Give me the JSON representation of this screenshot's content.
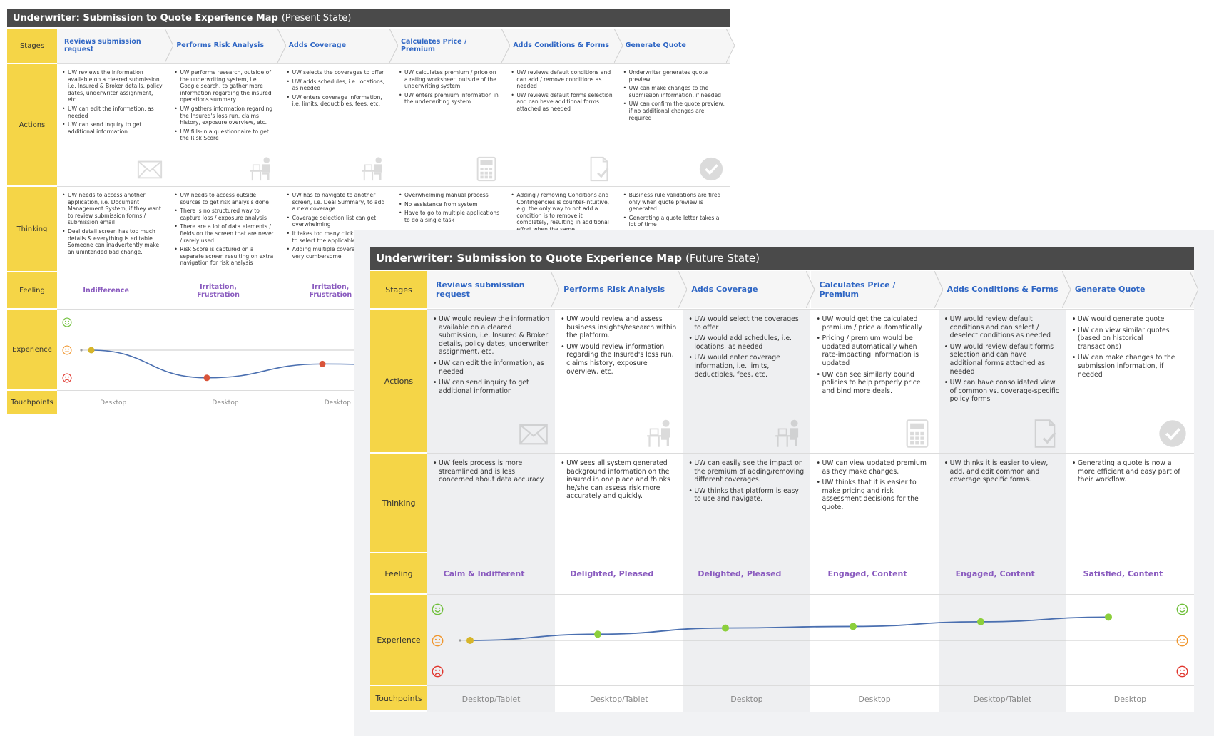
{
  "present": {
    "title": "Underwriter: Submission to Quote Experience Map",
    "state": "(Present State)",
    "row_labels": {
      "stages": "Stages",
      "actions": "Actions",
      "thinking": "Thinking",
      "feeling": "Feeling",
      "experience": "Experience",
      "touchpoints": "Touchpoints"
    },
    "stages": [
      {
        "name": "Reviews submission request",
        "actions": [
          "UW reviews the information available on a cleared submission, i.e. Insured & Broker details, policy dates, underwriter assignment, etc.",
          "UW can edit the information, as needed",
          "UW can send inquiry to get additional information"
        ],
        "thinking": [
          "UW needs to access another application, i.e. Document Management System, if they want to review submission forms / submission email",
          "Deal detail screen has too much details & everything is editable. Someone can inadvertently make an unintended bad change."
        ],
        "feeling": "Indifference",
        "touchpoint": "Desktop"
      },
      {
        "name": "Performs Risk Analysis",
        "actions": [
          "UW performs research, outside of the underwriting system, i.e. Google search, to gather more information regarding the insured operations summary",
          "UW gathers information regarding the Insured's loss run, claims history, exposure overview, etc.",
          "UW fills-in a questionnaire to get the Risk Score"
        ],
        "thinking": [
          "UW needs to access outside sources to get risk analysis done",
          "There is no structured way to capture loss / exposure analysis",
          "There are a lot of data elements / fields on the screen that are never / rarely used",
          "Risk Score is captured on a separate screen resulting on extra navigation for risk analysis"
        ],
        "feeling": "Irritation, Frustration",
        "touchpoint": "Desktop"
      },
      {
        "name": "Adds Coverage",
        "actions": [
          "UW selects the coverages to offer",
          "UW adds schedules, i.e. locations, as needed",
          "UW enters coverage information, i.e. limits, deductibles, fees, etc."
        ],
        "thinking": [
          "UW has to navigate to another screen, i.e. Deal Summary, to add a new coverage",
          "Coverage selection list can get overwhelming",
          "It takes too many clicks, at times, to select the applicable coverage",
          "Adding multiple coverages can be very cumbersome"
        ],
        "feeling": "Irritation, Frustration",
        "touchpoint": "Desktop"
      },
      {
        "name": "Calculates Price / Premium",
        "actions": [
          "UW calculates premium / price on a rating worksheet, outside of the underwriting system",
          "UW enters premium information in the underwriting system"
        ],
        "thinking": [
          "Overwhelming manual process",
          "No assistance from system",
          "Have to go to multiple applications to do a single task"
        ],
        "feeling": "",
        "touchpoint": ""
      },
      {
        "name": "Adds Conditions & Forms",
        "actions": [
          "UW reviews default conditions and can add / remove conditions as needed",
          "UW reviews default forms selection and can have additional forms attached as needed"
        ],
        "thinking": [
          "Adding / removing Conditions and Contingencies is counter-intuitive, e.g. the only way to not add a condition is to remove it completely, resulting in additional effort when the same"
        ],
        "feeling": "",
        "touchpoint": ""
      },
      {
        "name": "Generate Quote",
        "actions": [
          "Underwriter generates quote preview",
          "UW can make changes to the submission information, if needed",
          "UW can confirm the quote preview, if no additional changes are required"
        ],
        "thinking": [
          "Business rule validations are fired only when quote preview is generated",
          "Generating a quote letter takes a lot of time"
        ],
        "feeling": "",
        "touchpoint": ""
      }
    ],
    "experience_levels": [
      0,
      -1,
      -0.5
    ]
  },
  "future": {
    "title": "Underwriter: Submission to Quote Experience Map",
    "state": "(Future State)",
    "row_labels": {
      "stages": "Stages",
      "actions": "Actions",
      "thinking": "Thinking",
      "feeling": "Feeling",
      "experience": "Experience",
      "touchpoints": "Touchpoints"
    },
    "stages": [
      {
        "name": "Reviews submission request",
        "actions": [
          "UW would review the information available on a cleared submission, i.e. Insured & Broker details, policy dates, underwriter assignment, etc.",
          "UW can edit the information, as needed",
          "UW can send inquiry to get additional information"
        ],
        "thinking": [
          "UW feels process is more streamlined and is less concerned about data accuracy."
        ],
        "feeling": "Calm & Indifferent",
        "touchpoint": "Desktop/Tablet"
      },
      {
        "name": "Performs Risk Analysis",
        "actions": [
          "UW would review and assess business insights/research within the platform.",
          "UW would  review information regarding the Insured's loss run, claims history, exposure overview, etc."
        ],
        "thinking": [
          "UW sees all system generated background information on the insured in one place and thinks he/she can assess risk more accurately and quickly."
        ],
        "feeling": "Delighted, Pleased",
        "touchpoint": "Desktop/Tablet"
      },
      {
        "name": "Adds Coverage",
        "actions": [
          "UW would select the coverages to offer",
          "UW would add schedules, i.e. locations, as needed",
          "UW would enter coverage information, i.e. limits, deductibles, fees, etc."
        ],
        "thinking": [
          "UW can easily see the impact on the premium of adding/removing different coverages.",
          "UW thinks that platform is easy to use and navigate."
        ],
        "feeling": "Delighted, Pleased",
        "touchpoint": "Desktop"
      },
      {
        "name": "Calculates Price / Premium",
        "actions": [
          "UW would get the calculated premium / price automatically",
          "Pricing / premium would be updated automatically when rate-impacting information is updated",
          "UW can see similarly bound policies to help properly price and bind more deals."
        ],
        "thinking": [
          "UW can view updated premium as they make changes.",
          "UW thinks that it is easier to make pricing and risk assessment decisions for the quote."
        ],
        "feeling": "Engaged, Content",
        "touchpoint": "Desktop"
      },
      {
        "name": "Adds Conditions & Forms",
        "actions": [
          "UW would review default conditions and can select / deselect conditions as needed",
          "UW would review default forms selection and can have additional forms attached as needed",
          "UW can have consolidated view of common vs. coverage-specific policy forms"
        ],
        "thinking": [
          "UW thinks it is easier to view, add, and edit common and coverage specific forms."
        ],
        "feeling": "Engaged, Content",
        "touchpoint": "Desktop/Tablet"
      },
      {
        "name": "Generate Quote",
        "actions": [
          "UW would generate quote",
          "UW can view similar quotes (based on historical transactions)",
          "UW can make changes to the submission information, if needed"
        ],
        "thinking": [
          "Generating a quote is now a more efficient and easy part of their workflow."
        ],
        "feeling": "Satisfied, Content",
        "touchpoint": "Desktop"
      }
    ],
    "experience_levels": [
      0,
      0.2,
      0.4,
      0.45,
      0.6,
      0.75
    ]
  },
  "colors": {
    "title_bar": "#4a4a4a",
    "label": "#f5d547",
    "stage_text": "#2f66c4",
    "feeling_text": "#8a5bbf",
    "line": "#4a6fb0",
    "happy": "#6fbf3a",
    "neutral": "#f0962e",
    "sad": "#e0342b",
    "dot_neutral": "#d6b52a",
    "dot_bad": "#d9543a",
    "dot_good": "#8ccf3c"
  },
  "icons": [
    "envelope-icon",
    "desk-worker-icon",
    "desk-worker-icon",
    "calculator-icon",
    "document-check-icon",
    "checkmark-circle-icon"
  ]
}
